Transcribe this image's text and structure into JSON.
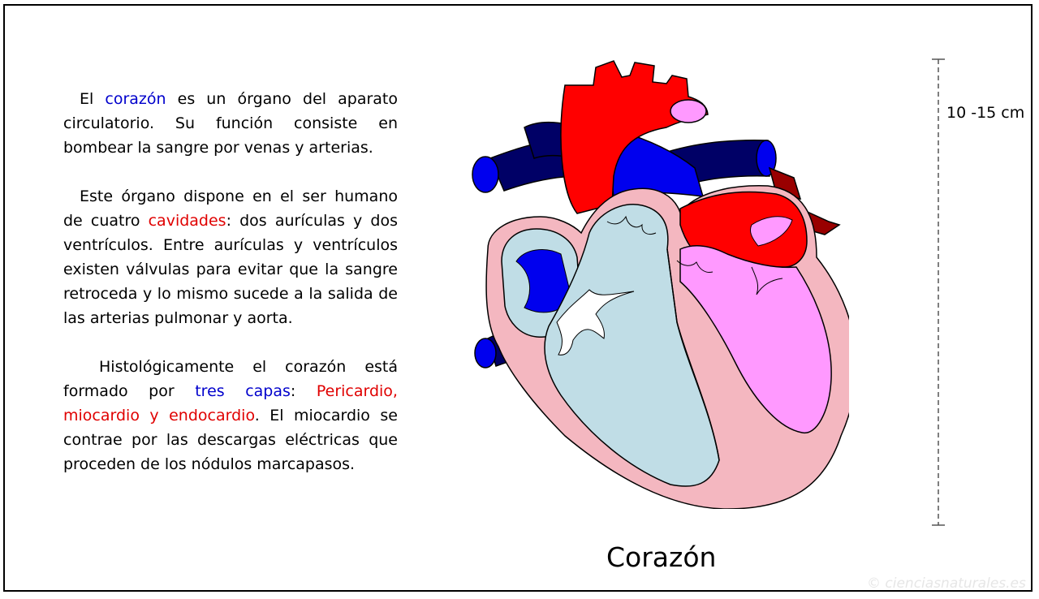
{
  "paragraphs": {
    "p1": {
      "t1": "El ",
      "h1": "corazón",
      "t2": " es un órgano del aparato circulatorio. Su función consiste en bombear la sangre por venas y arterias."
    },
    "p2": {
      "t1": "Este órgano dispone en el ser humano de cuatro ",
      "h1": "cavidades",
      "t2": ": dos aurículas y dos ventrículos. Entre aurículas y ventrículos existen válvulas para evitar que la sangre retroceda y lo mismo sucede a la salida de las arterias pulmonar y aorta."
    },
    "p3": {
      "t1": "Histológicamente el corazón está formado por ",
      "h1": "tres capas",
      "t2": ": ",
      "h2": "Pericardio, miocardio y endocardio",
      "t3": ". El miocardio se contrae por las descargas eléctricas que proceden de los nódulos marcapasos."
    }
  },
  "diagram": {
    "caption": "Corazón",
    "scale_label": "10 -15 cm"
  },
  "copyright": "© cienciasnaturales.es",
  "colors": {
    "artery_red": "#ff0000",
    "vein_dark_blue": "#000066",
    "vein_blue": "#0000ee",
    "myocardium_pink": "#f4b7c0",
    "right_chambers_lightblue": "#c0dde6",
    "left_chambers_pink": "#ff99ff",
    "pulmonary_vein_darkred": "#990000",
    "highlight_blue": "#0000cc",
    "highlight_red": "#e00000"
  }
}
